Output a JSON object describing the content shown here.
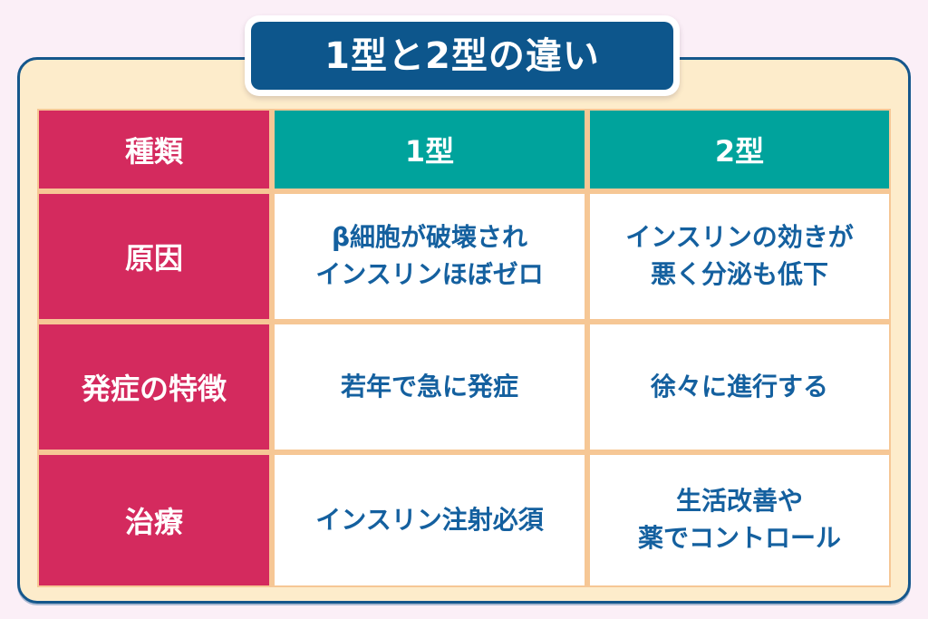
{
  "title": {
    "text": "1型と2型の違い"
  },
  "table": {
    "headers": [
      "種類",
      "1型",
      "2型"
    ],
    "rows": [
      {
        "label": "原因",
        "cells": [
          "β細胞が破壊され\nインスリンほぼゼロ",
          "インスリンの効きが\n悪く分泌も低下"
        ]
      },
      {
        "label": "発症の特徴",
        "cells": [
          "若年で急に発症",
          "徐々に進行する"
        ]
      },
      {
        "label": "治療",
        "cells": [
          "インスリン注射必須",
          "生活改善や\n薬でコントロール"
        ]
      }
    ]
  },
  "colors": {
    "background_pink": "#fbeff7",
    "panel_cream": "#fdeccb",
    "panel_border_blue": "#15578c",
    "title_banner_blue": "#0d568c",
    "header_teal": "#00a39c",
    "label_crimson": "#d42a5e",
    "cell_text_blue": "#14609f",
    "grid_line_peach": "#f6c795"
  }
}
